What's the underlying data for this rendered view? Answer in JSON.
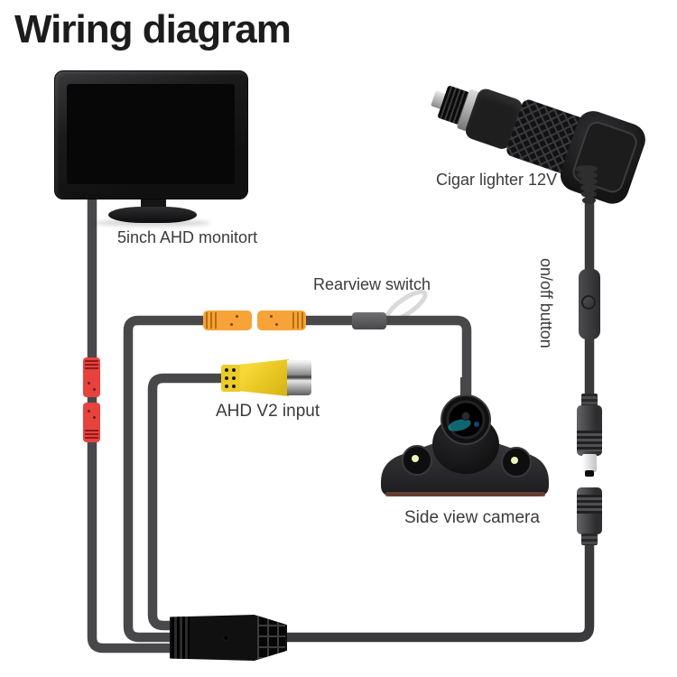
{
  "title": "Wiring diagram",
  "labels": {
    "monitor": "5inch AHD monitort",
    "rearview_switch": "Rearview switch",
    "ahd_input": "AHD V2 input",
    "side_camera": "Side view camera",
    "cigar_lighter": "Cigar lighter 12V",
    "on_off": "on/off button"
  },
  "colors": {
    "bg": "#ffffff",
    "wire": "#48484a",
    "power-wire": "#3a3a3c",
    "title-text": "#1c1c1c",
    "label-text": "#3b3b3b",
    "orange": "#f7a338",
    "red": "#e8423d",
    "yellow": "#eccb27",
    "yellow-dark": "#d9b516",
    "loop": "#d9d9d9"
  }
}
